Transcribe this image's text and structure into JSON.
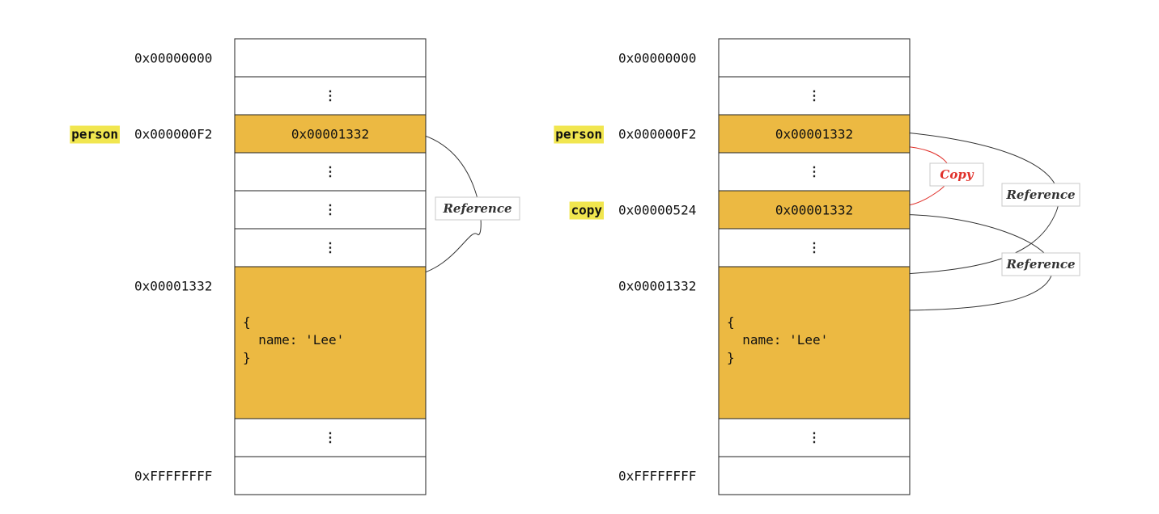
{
  "colors": {
    "highlight": "#ecb942",
    "var_highlight": "#f1e64f",
    "line": "#333333",
    "copy": "#e0312b",
    "border": "#222222",
    "label_border": "#c8c8c8"
  },
  "diagrams": [
    {
      "id": "left",
      "cells": [
        {
          "kind": "empty",
          "text": ""
        },
        {
          "kind": "dots",
          "text": "⋮"
        },
        {
          "kind": "value",
          "text": "0x00001332",
          "fill": "highlight"
        },
        {
          "kind": "dots",
          "text": "⋮"
        },
        {
          "kind": "dots",
          "text": "⋮"
        },
        {
          "kind": "dots",
          "text": "⋮"
        },
        {
          "kind": "object",
          "lines": [
            "{",
            "  name: 'Lee'",
            "}"
          ],
          "fill": "highlight"
        },
        {
          "kind": "dots",
          "text": "⋮"
        },
        {
          "kind": "empty",
          "text": ""
        }
      ],
      "addresses": [
        {
          "cell": 0,
          "text": "0x00000000"
        },
        {
          "cell": 2,
          "text": "0x000000F2"
        },
        {
          "cell": 6,
          "text": "0x00001332"
        },
        {
          "cell": 8,
          "text": "0xFFFFFFFF"
        }
      ],
      "variables": [
        {
          "cell": 2,
          "name": "person"
        }
      ],
      "labels": [
        {
          "id": "ref",
          "text": "Reference",
          "color": "line"
        }
      ]
    },
    {
      "id": "right",
      "cells": [
        {
          "kind": "empty",
          "text": ""
        },
        {
          "kind": "dots",
          "text": "⋮"
        },
        {
          "kind": "value",
          "text": "0x00001332",
          "fill": "highlight"
        },
        {
          "kind": "dots",
          "text": "⋮"
        },
        {
          "kind": "value",
          "text": "0x00001332",
          "fill": "highlight"
        },
        {
          "kind": "dots",
          "text": "⋮"
        },
        {
          "kind": "object",
          "lines": [
            "{",
            "  name: 'Lee'",
            "}"
          ],
          "fill": "highlight"
        },
        {
          "kind": "dots",
          "text": "⋮"
        },
        {
          "kind": "empty",
          "text": ""
        }
      ],
      "addresses": [
        {
          "cell": 0,
          "text": "0x00000000"
        },
        {
          "cell": 2,
          "text": "0x000000F2"
        },
        {
          "cell": 4,
          "text": "0x00000524"
        },
        {
          "cell": 6,
          "text": "0x00001332"
        },
        {
          "cell": 8,
          "text": "0xFFFFFFFF"
        }
      ],
      "variables": [
        {
          "cell": 2,
          "name": "person"
        },
        {
          "cell": 4,
          "name": "copy"
        }
      ],
      "labels": [
        {
          "id": "copy",
          "text": "Copy",
          "color": "copy"
        },
        {
          "id": "ref1",
          "text": "Reference",
          "color": "line"
        },
        {
          "id": "ref2",
          "text": "Reference",
          "color": "line"
        }
      ]
    }
  ]
}
